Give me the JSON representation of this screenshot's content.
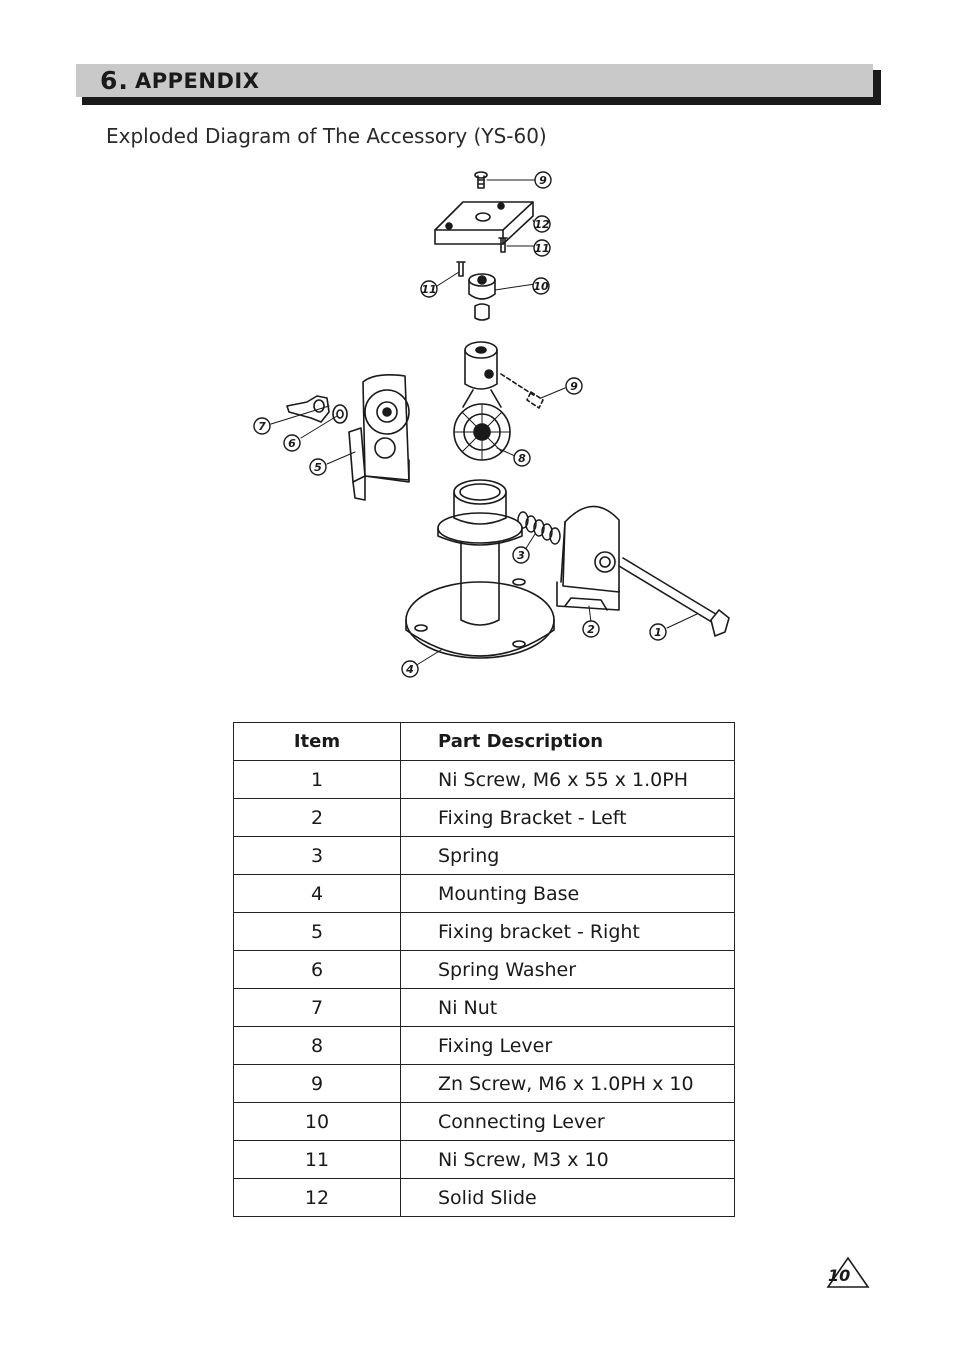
{
  "header": {
    "number": "6.",
    "title": "APPENDIX"
  },
  "subtitle": "Exploded Diagram of The Accessory (YS-60)",
  "diagram": {
    "callouts": [
      "1",
      "2",
      "3",
      "4",
      "5",
      "6",
      "7",
      "8",
      "9",
      "9",
      "10",
      "11",
      "11",
      "12"
    ]
  },
  "table": {
    "headers": {
      "item": "Item",
      "description": "Part Description"
    },
    "rows": [
      {
        "item": "1",
        "description": "Ni Screw, M6 x 55 x 1.0PH"
      },
      {
        "item": "2",
        "description": "Fixing Bracket - Left"
      },
      {
        "item": "3",
        "description": "Spring"
      },
      {
        "item": "4",
        "description": "Mounting Base"
      },
      {
        "item": "5",
        "description": "Fixing bracket - Right"
      },
      {
        "item": "6",
        "description": "Spring Washer"
      },
      {
        "item": "7",
        "description": "Ni Nut"
      },
      {
        "item": "8",
        "description": "Fixing Lever"
      },
      {
        "item": "9",
        "description": "Zn Screw, M6 x 1.0PH x 10"
      },
      {
        "item": "10",
        "description": "Connecting Lever"
      },
      {
        "item": "11",
        "description": "Ni Screw, M3 x 10"
      },
      {
        "item": "12",
        "description": "Solid Slide"
      }
    ]
  },
  "page_number": "10"
}
